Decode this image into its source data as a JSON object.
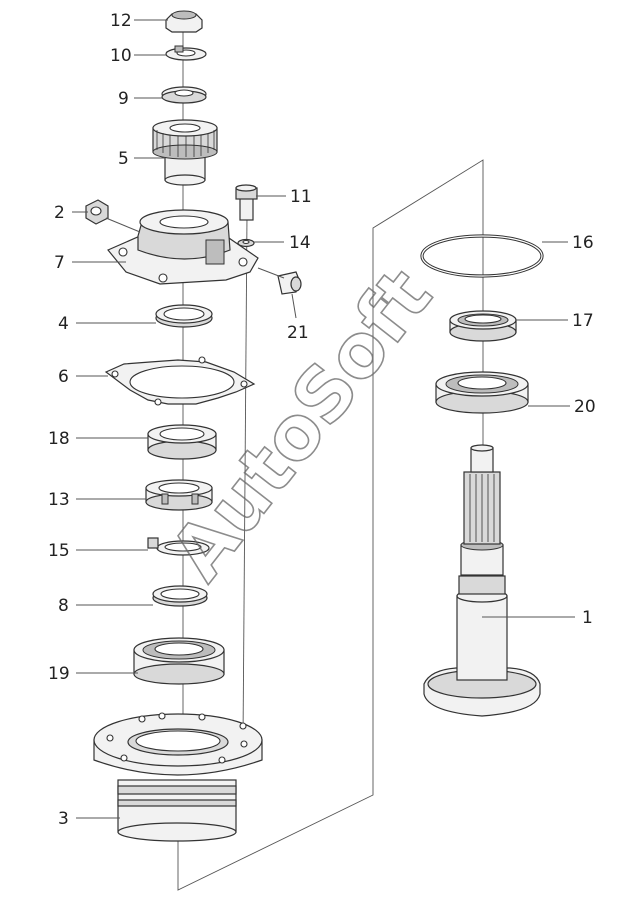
{
  "watermark": "AutoSoft",
  "callouts": [
    {
      "id": "12",
      "label": "12"
    },
    {
      "id": "10",
      "label": "10"
    },
    {
      "id": "9",
      "label": "9"
    },
    {
      "id": "5",
      "label": "5"
    },
    {
      "id": "11",
      "label": "11"
    },
    {
      "id": "2",
      "label": "2"
    },
    {
      "id": "14",
      "label": "14"
    },
    {
      "id": "7",
      "label": "7"
    },
    {
      "id": "16",
      "label": "16"
    },
    {
      "id": "17",
      "label": "17"
    },
    {
      "id": "21",
      "label": "21"
    },
    {
      "id": "4",
      "label": "4"
    },
    {
      "id": "20",
      "label": "20"
    },
    {
      "id": "6",
      "label": "6"
    },
    {
      "id": "18",
      "label": "18"
    },
    {
      "id": "13",
      "label": "13"
    },
    {
      "id": "15",
      "label": "15"
    },
    {
      "id": "8",
      "label": "8"
    },
    {
      "id": "1",
      "label": "1"
    },
    {
      "id": "19",
      "label": "19"
    },
    {
      "id": "3",
      "label": "3"
    }
  ]
}
